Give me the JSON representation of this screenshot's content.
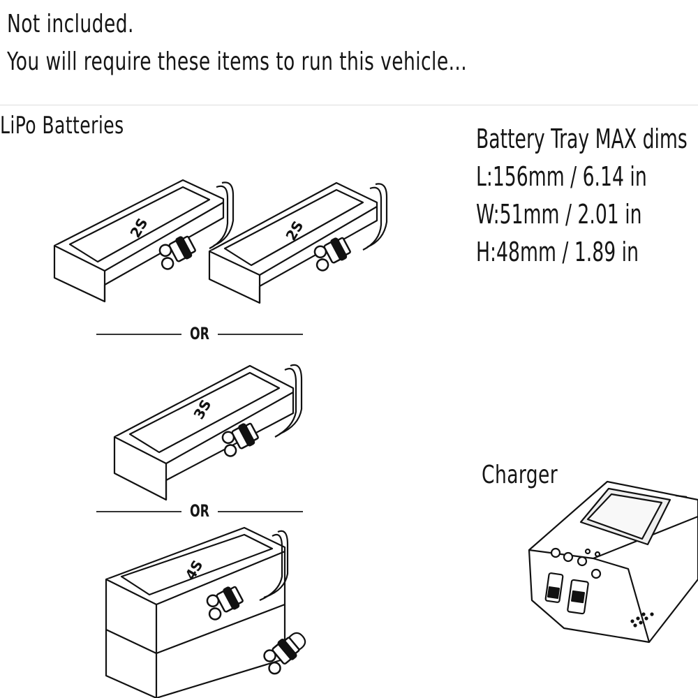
{
  "header": {
    "line1": "Not included.",
    "line2": "You will require these items to run this vehicle..."
  },
  "lipo": {
    "title": "LiPo Batteries",
    "separator": "OR",
    "batteries": [
      {
        "label": "2S"
      },
      {
        "label": "2S"
      },
      {
        "label": "3S"
      },
      {
        "label": "4S"
      }
    ]
  },
  "tray": {
    "title": "Battery Tray MAX dims",
    "length": "L:156mm / 6.14 in",
    "width": "W:51mm / 2.01 in",
    "height": "H:48mm / 1.89 in"
  },
  "charger": {
    "title": "Charger"
  }
}
